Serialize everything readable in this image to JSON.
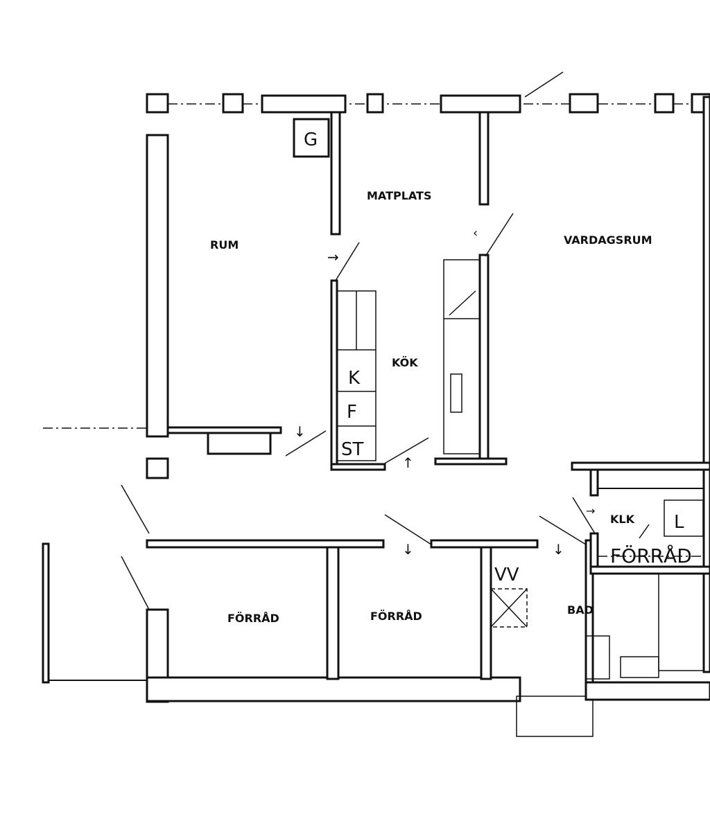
{
  "rooms": {
    "rum": "RUM",
    "matplats": "MATPLATS",
    "vardagsrum": "VARDAGSRUM",
    "kok": "KÖK",
    "klk": "KLK",
    "forrad_1": "FÖRRÅD",
    "forrad_2": "FÖRRÅD",
    "forrad_3": "FÖRRÅD",
    "bad": "BAD"
  },
  "symbols": {
    "g": "G",
    "k": "K",
    "f": "F",
    "st": "ST",
    "vv": "VV",
    "l": "L"
  }
}
